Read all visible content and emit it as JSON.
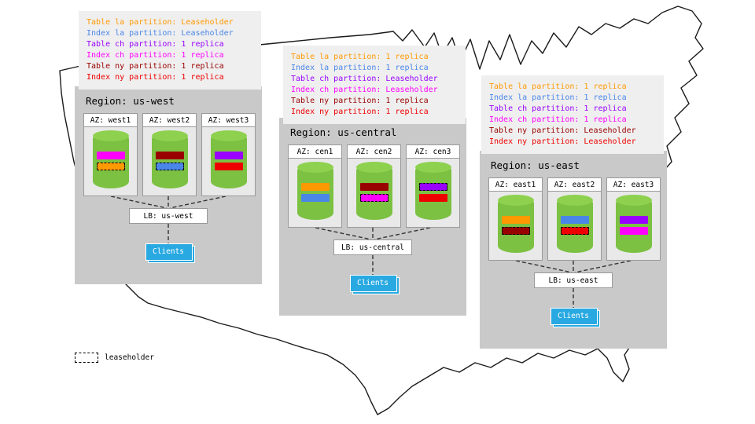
{
  "legend": {
    "label": "leaseholder"
  },
  "regions": [
    {
      "name": "us-west",
      "title": "Region: us-west",
      "lb": "LB: us-west",
      "clients": "Clients",
      "info_lines": [
        {
          "text": "Table la partition: Leaseholder",
          "color": "#ff9900"
        },
        {
          "text": "Index la partition: Leaseholder",
          "color": "#4a86e8"
        },
        {
          "text": "Table ch partition: 1 replica",
          "color": "#9900ff"
        },
        {
          "text": "Index ch partition: 1 replica",
          "color": "#ff00ff"
        },
        {
          "text": "Table ny partition: 1 replica",
          "color": "#990000"
        },
        {
          "text": "Index ny partition: 1 replica",
          "color": "#ee0000"
        }
      ],
      "azs": [
        {
          "label": "AZ: west1",
          "bars": [
            {
              "color": "#ff00ff",
              "leaseholder": false,
              "outline": "transparent"
            },
            {
              "color": "#ff9900",
              "leaseholder": true,
              "outline": "#000000"
            }
          ]
        },
        {
          "label": "AZ: west2",
          "bars": [
            {
              "color": "#990000",
              "leaseholder": false,
              "outline": "transparent"
            },
            {
              "color": "#4a86e8",
              "leaseholder": true,
              "outline": "#000000"
            }
          ]
        },
        {
          "label": "AZ: west3",
          "bars": [
            {
              "color": "#9900ff",
              "leaseholder": false,
              "outline": "transparent"
            },
            {
              "color": "#ee0000",
              "leaseholder": false,
              "outline": "transparent"
            }
          ]
        }
      ]
    },
    {
      "name": "us-central",
      "title": "Region: us-central",
      "lb": "LB: us-central",
      "clients": "Clients",
      "info_lines": [
        {
          "text": "Table la partition: 1 replica",
          "color": "#ff9900"
        },
        {
          "text": "Index la partition: 1 replica",
          "color": "#4a86e8"
        },
        {
          "text": "Table ch partition: Leaseholder",
          "color": "#9900ff"
        },
        {
          "text": "Index ch partition: Leaseholder",
          "color": "#ff00ff"
        },
        {
          "text": "Table ny partition: 1 replica",
          "color": "#990000"
        },
        {
          "text": "Index ny partition: 1 replica",
          "color": "#ee0000"
        }
      ],
      "azs": [
        {
          "label": "AZ: cen1",
          "bars": [
            {
              "color": "#ff9900",
              "leaseholder": false,
              "outline": "transparent"
            },
            {
              "color": "#4a86e8",
              "leaseholder": false,
              "outline": "transparent"
            }
          ]
        },
        {
          "label": "AZ: cen2",
          "bars": [
            {
              "color": "#990000",
              "leaseholder": false,
              "outline": "transparent"
            },
            {
              "color": "#ff00ff",
              "leaseholder": true,
              "outline": "#000000"
            }
          ]
        },
        {
          "label": "AZ: cen3",
          "bars": [
            {
              "color": "#9900ff",
              "leaseholder": true,
              "outline": "#000000"
            },
            {
              "color": "#ee0000",
              "leaseholder": false,
              "outline": "transparent"
            }
          ]
        }
      ]
    },
    {
      "name": "us-east",
      "title": "Region: us-east",
      "lb": "LB: us-east",
      "clients": "Clients",
      "info_lines": [
        {
          "text": "Table la partition: 1 replica",
          "color": "#ff9900"
        },
        {
          "text": "Index la partition: 1 replica",
          "color": "#4a86e8"
        },
        {
          "text": "Table ch partition: 1 replica",
          "color": "#9900ff"
        },
        {
          "text": "Index ch partition: 1 replica",
          "color": "#ff00ff"
        },
        {
          "text": "Table ny partition: Leaseholder",
          "color": "#990000"
        },
        {
          "text": "Index ny partition: Leaseholder",
          "color": "#ee0000"
        }
      ],
      "azs": [
        {
          "label": "AZ: east1",
          "bars": [
            {
              "color": "#ff9900",
              "leaseholder": false,
              "outline": "transparent"
            },
            {
              "color": "#990000",
              "leaseholder": true,
              "outline": "#000000"
            }
          ]
        },
        {
          "label": "AZ: east2",
          "bars": [
            {
              "color": "#4a86e8",
              "leaseholder": false,
              "outline": "transparent"
            },
            {
              "color": "#ee0000",
              "leaseholder": true,
              "outline": "#000000"
            }
          ]
        },
        {
          "label": "AZ: east3",
          "bars": [
            {
              "color": "#9900ff",
              "leaseholder": false,
              "outline": "transparent"
            },
            {
              "color": "#ff00ff",
              "leaseholder": false,
              "outline": "transparent"
            }
          ]
        }
      ]
    }
  ]
}
